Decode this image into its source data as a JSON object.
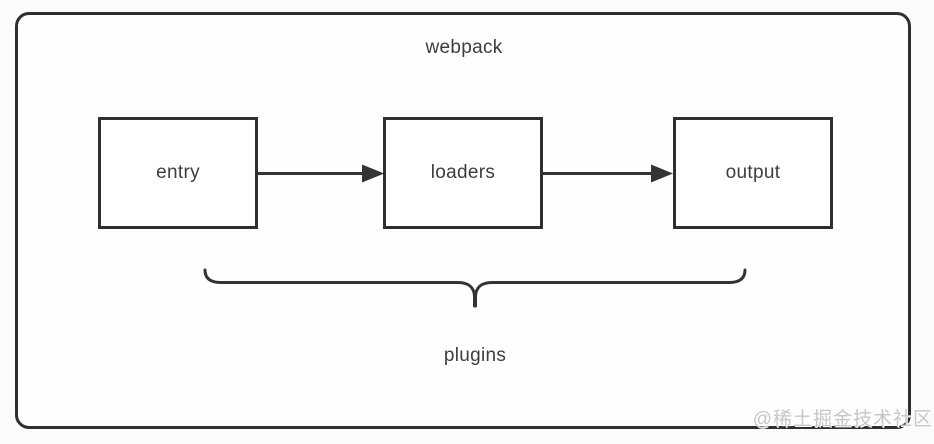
{
  "page": {
    "background": "#fbfbfb"
  },
  "diagram": {
    "title": "webpack",
    "nodes": [
      {
        "id": "entry",
        "label": "entry"
      },
      {
        "id": "loaders",
        "label": "loaders"
      },
      {
        "id": "output",
        "label": "output"
      }
    ],
    "edges": [
      {
        "from": "entry",
        "to": "loaders"
      },
      {
        "from": "loaders",
        "to": "output"
      }
    ],
    "brace": {
      "label": "plugins",
      "spans": [
        "entry",
        "loaders",
        "output"
      ]
    },
    "colors": {
      "stroke": "#333333",
      "node_border": "#2f2f2f",
      "text": "#3d3d3d",
      "node_background": "#ffffff",
      "watermark": "#c6c6c6"
    }
  },
  "watermark": {
    "text": "@稀土掘金技术社区"
  }
}
